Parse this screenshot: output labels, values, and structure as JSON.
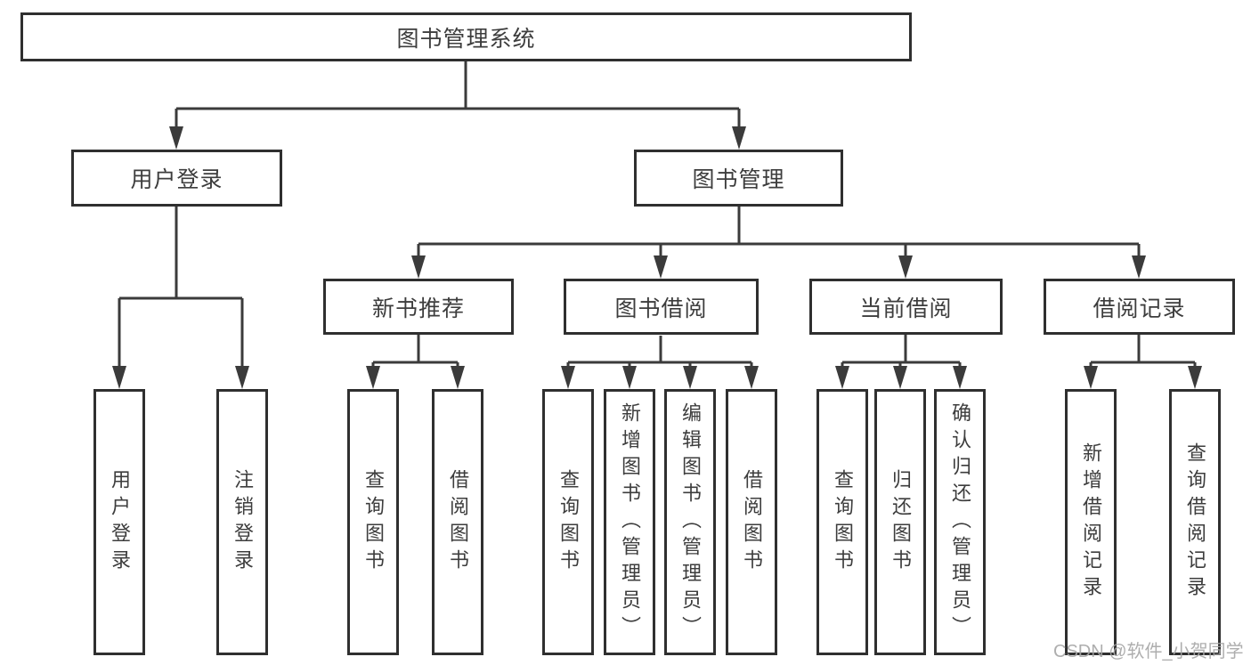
{
  "diagram": {
    "root": {
      "label": "图书管理系统"
    },
    "branches": [
      {
        "label": "用户登录",
        "children": [
          {
            "label": "用户登录"
          },
          {
            "label": "注销登录"
          }
        ]
      },
      {
        "label": "图书管理",
        "children": [
          {
            "label": "新书推荐",
            "children": [
              {
                "label": "查询图书"
              },
              {
                "label": "借阅图书"
              }
            ]
          },
          {
            "label": "图书借阅",
            "children": [
              {
                "label": "查询图书"
              },
              {
                "label": "新增图书（管理员）"
              },
              {
                "label": "编辑图书（管理员）"
              },
              {
                "label": "借阅图书"
              }
            ]
          },
          {
            "label": "当前借阅",
            "children": [
              {
                "label": "查询图书"
              },
              {
                "label": "归还图书"
              },
              {
                "label": "确认归还（管理员）"
              }
            ]
          },
          {
            "label": "借阅记录",
            "children": [
              {
                "label": "新增借阅记录"
              },
              {
                "label": "查询借阅记录"
              }
            ]
          }
        ]
      }
    ]
  },
  "watermark": {
    "text": "CSDN @软件_小贺同学"
  },
  "colors": {
    "background": "#ffffff",
    "box_border": "#2f2f2f",
    "box_fill": "#ffffff",
    "connector_line": "#3b3b3b",
    "text": "#3d3d3d",
    "watermark": "#a5a5a5"
  }
}
